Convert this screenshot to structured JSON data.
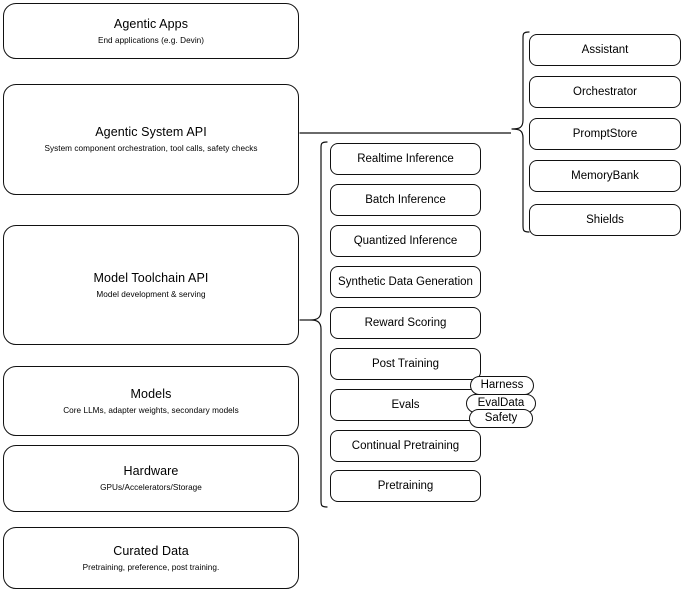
{
  "diagram": {
    "title": "Agentic AI stack layers",
    "stroke_color": "#111111",
    "background_color": "#ffffff"
  },
  "layers": [
    {
      "id": "agentic-apps",
      "title": "Agentic Apps",
      "subtitle": "End applications (e.g. Devin)"
    },
    {
      "id": "agentic-system-api",
      "title": "Agentic System API",
      "subtitle": "System component orchestration, tool calls, safety checks"
    },
    {
      "id": "model-toolchain-api",
      "title": "Model Toolchain API",
      "subtitle": "Model development & serving"
    },
    {
      "id": "models",
      "title": "Models",
      "subtitle": "Core LLMs, adapter weights, secondary models"
    },
    {
      "id": "hardware",
      "title": "Hardware",
      "subtitle": "GPUs/Accelerators/Storage"
    },
    {
      "id": "curated-data",
      "title": "Curated Data",
      "subtitle": "Pretraining, preference, post training."
    }
  ],
  "toolchain_components": [
    {
      "id": "realtime-inference",
      "label": "Realtime Inference"
    },
    {
      "id": "batch-inference",
      "label": "Batch Inference"
    },
    {
      "id": "quantized-inference",
      "label": "Quantized Inference"
    },
    {
      "id": "synthetic-data-generation",
      "label": "Synthetic Data Generation"
    },
    {
      "id": "reward-scoring",
      "label": "Reward Scoring"
    },
    {
      "id": "post-training",
      "label": "Post Training"
    },
    {
      "id": "evals",
      "label": "Evals"
    },
    {
      "id": "continual-pretraining",
      "label": "Continual Pretraining"
    },
    {
      "id": "pretraining",
      "label": "Pretraining"
    }
  ],
  "system_components": [
    {
      "id": "assistant",
      "label": "Assistant"
    },
    {
      "id": "orchestrator",
      "label": "Orchestrator"
    },
    {
      "id": "promptstore",
      "label": "PromptStore"
    },
    {
      "id": "memorybank",
      "label": "MemoryBank"
    },
    {
      "id": "shields",
      "label": "Shields"
    }
  ],
  "evals_badges": [
    {
      "id": "harness",
      "label": "Harness"
    },
    {
      "id": "evaldata",
      "label": "EvalData"
    },
    {
      "id": "safety",
      "label": "Safety"
    }
  ]
}
